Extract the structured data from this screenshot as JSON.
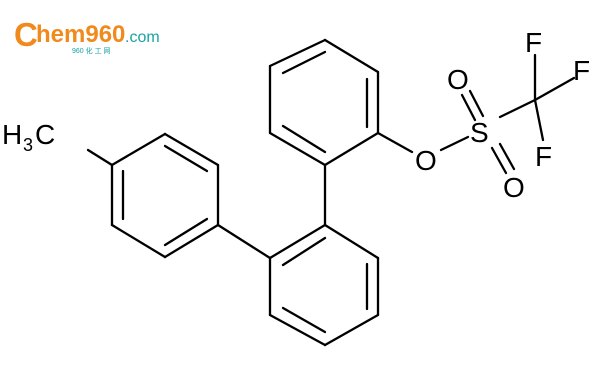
{
  "watermark": {
    "logo_letter": "C",
    "logo_word": "hem960",
    "logo_domain": ".com",
    "subtitle": "960 化 工 网",
    "colors": {
      "orange": "#f08a1c",
      "teal": "#1aa3a3"
    }
  },
  "molecule": {
    "atom_labels": {
      "methyl_h": "H",
      "methyl_sub": "3",
      "methyl_c": "C",
      "ester_o": "O",
      "sulfur": "S",
      "sulfonyl_o_top": "O",
      "sulfonyl_o_bottom": "O",
      "f_top": "F",
      "f_right": "F",
      "f_bottom": "F"
    },
    "colors": {
      "bond": "#000000",
      "label": "#000000"
    }
  }
}
